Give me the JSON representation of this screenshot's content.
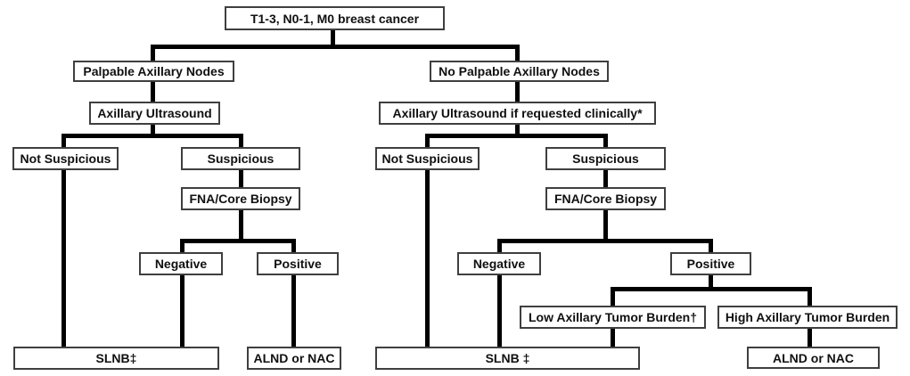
{
  "nodes": {
    "root": "T1-3, N0-1, M0 breast cancer",
    "palpable": "Palpable Axillary Nodes",
    "no_palpable": "No Palpable Axillary Nodes",
    "axillary_us_left": "Axillary Ultrasound",
    "axillary_us_right": "Axillary Ultrasound if requested clinically*",
    "not_suspicious_left": "Not Suspicious",
    "suspicious_left": "Suspicious",
    "fna_left": "FNA/Core Biopsy",
    "not_suspicious_right": "Not Suspicious",
    "suspicious_right": "Suspicious",
    "fna_right": "FNA/Core Biopsy",
    "negative_left": "Negative",
    "positive_left": "Positive",
    "negative_right": "Negative",
    "positive_right": "Positive",
    "low_burden": "Low Axillary Tumor Burden†",
    "high_burden": "High Axillary Tumor Burden",
    "slnb_left": "SLNB‡",
    "alnd_left": "ALND or NAC",
    "slnb_right": "SLNB ‡",
    "alnd_right": "ALND or NAC"
  },
  "colors": {
    "background": "#ffffff",
    "line": "#000000",
    "box_border": "#3f3f3f",
    "text": "#101010"
  }
}
